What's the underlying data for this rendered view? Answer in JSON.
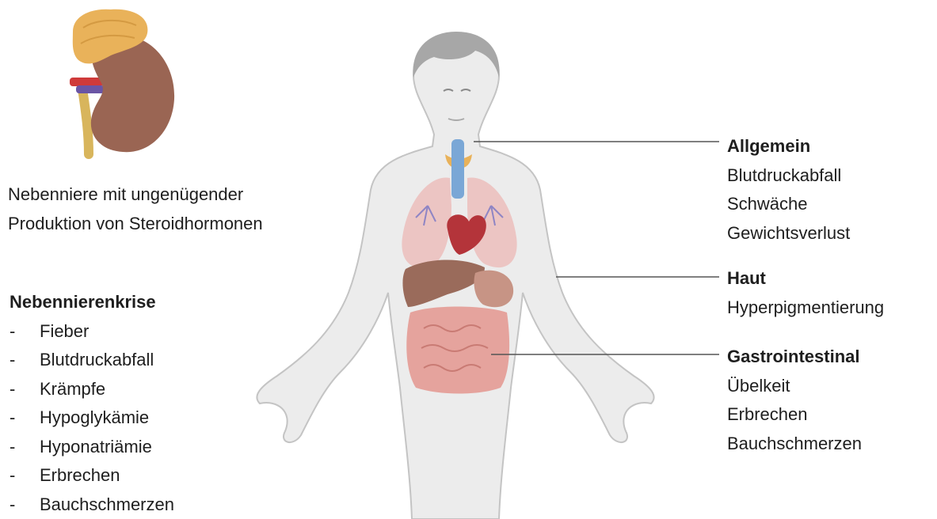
{
  "kidney_caption": {
    "lines": [
      "Nebenniere mit ungenügender",
      "Produktion von Steroidhormonen"
    ]
  },
  "crisis": {
    "title": "Nebennierenkrise",
    "bullet": "-",
    "items": [
      "Fieber",
      "Blutdruckabfall",
      "Krämpfe",
      "Hypoglykämie",
      "Hyponatriämie",
      "Erbrechen",
      "Bauchschmerzen"
    ]
  },
  "symptom_groups": [
    {
      "title": "Allgemein",
      "items": [
        "Blutdruckabfall",
        "Schwäche",
        "Gewichtsverlust"
      ]
    },
    {
      "title": "Haut",
      "items": [
        "Hyperpigmentierung"
      ]
    },
    {
      "title": "Gastrointestinal",
      "items": [
        "Übelkeit",
        "Erbrechen",
        "Bauchschmerzen"
      ]
    }
  ],
  "colors": {
    "body_fill": "#ececec",
    "body_outline": "#c4c4c4",
    "hair": "#a7a7a7",
    "adrenal_gland": "#e9b25a",
    "kidney": "#9a6553",
    "artery": "#cf3a3a",
    "vein": "#6a55a5",
    "ureter": "#d8b55c",
    "lungs": "#ecc5c3",
    "trachea": "#7aa7d6",
    "heart": "#b4343a",
    "liver": "#9a6b5b",
    "intestine": "#e5a39d",
    "leader_line": "#555555"
  },
  "icons": [
    "adrenal-kidney-icon",
    "human-body-icon"
  ]
}
